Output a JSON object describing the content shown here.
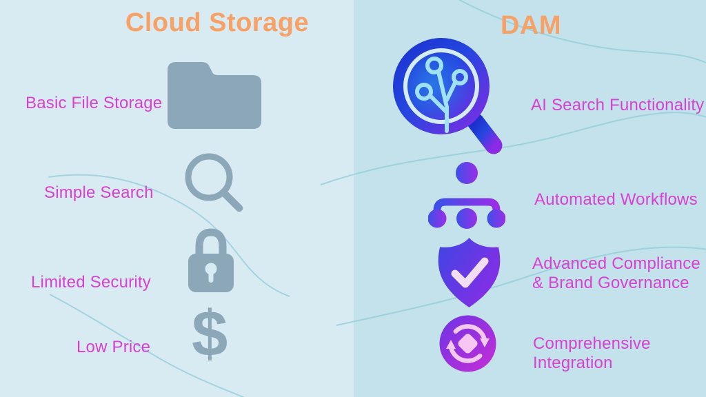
{
  "left_panel": {
    "title": "Cloud Storage",
    "items": [
      {
        "icon": "folder-icon",
        "label": "Basic File Storage"
      },
      {
        "icon": "magnifier-icon",
        "label": "Simple Search"
      },
      {
        "icon": "lock-icon",
        "label": "Limited Security"
      },
      {
        "icon": "dollar-icon",
        "label": "Low Price"
      }
    ]
  },
  "right_panel": {
    "title": "DAM",
    "items": [
      {
        "icon": "ai-search-icon",
        "label": "AI Search Functionality"
      },
      {
        "icon": "workflow-icon",
        "label": "Automated Workflows"
      },
      {
        "icon": "shield-check-icon",
        "label": "Advanced Compliance & Brand Governance"
      },
      {
        "icon": "sync-integration-icon",
        "label": "Comprehensive Integration"
      }
    ]
  },
  "icons": {
    "dollar_glyph": "$"
  },
  "colors": {
    "background_left": "#d9ebf2",
    "background_right": "#c3e2ec",
    "title_orange": "#f7a166",
    "label_magenta": "#d840d4",
    "left_icon_gray": "#8ba7b8",
    "gradient_blue": "#2446e0",
    "gradient_purple": "#8a2ae4",
    "gradient_magenta": "#c62ed6",
    "icon_glyph_cyan": "#9fe2f8",
    "check_pale_pink": "#f3ddf5",
    "wave_teal": "#90ccd8"
  }
}
